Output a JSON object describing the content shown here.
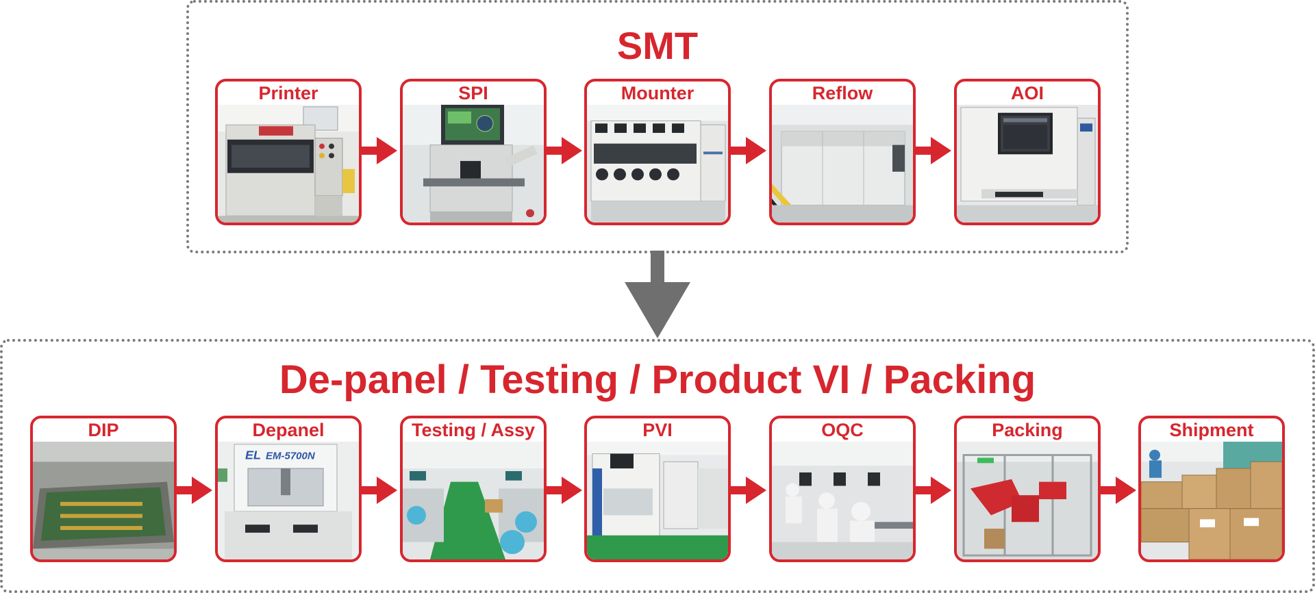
{
  "smt": {
    "title": "SMT",
    "steps": [
      {
        "label": "Printer"
      },
      {
        "label": "SPI"
      },
      {
        "label": "Mounter"
      },
      {
        "label": "Reflow"
      },
      {
        "label": "AOI"
      }
    ]
  },
  "post": {
    "title": "De-panel / Testing / Product VI / Packing",
    "steps": [
      {
        "label": "DIP"
      },
      {
        "label": "Depanel"
      },
      {
        "label": "Testing / Assy"
      },
      {
        "label": "PVI"
      },
      {
        "label": "OQC"
      },
      {
        "label": "Packing"
      },
      {
        "label": "Shipment"
      }
    ]
  },
  "photo_text": {
    "depanel_model": "EM-5700N"
  },
  "colors": {
    "accent": "#d7262e",
    "arrow_gray": "#6f6f6f",
    "border_gray": "#7a7a7a"
  },
  "icons": {
    "flow_arrow": "right-arrow-icon",
    "stage_arrow": "down-arrow-icon"
  }
}
